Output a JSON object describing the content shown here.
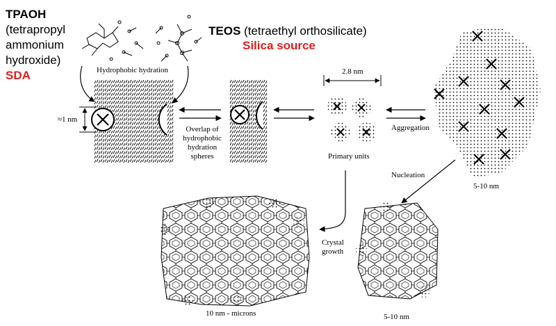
{
  "labels": {
    "tpaoh_abbr": "TPAOH",
    "tpaoh_line1": "(tetrapropyl",
    "tpaoh_line2": "ammonium",
    "tpaoh_line3": "hydroxide)",
    "sda": "SDA",
    "teos_abbr": "TEOS",
    "teos_full": "(tetraethyl orthosilicate)",
    "silica_source": "Silica source",
    "hydrophobic_hydration": "Hydrophobic hydration",
    "size_1nm": "≈1 nm",
    "overlap_line1": "Overlap of",
    "overlap_line2": "hydrophobic",
    "overlap_line3": "hydration",
    "overlap_line4": "spheres",
    "size_2_8nm": "2.8 nm",
    "primary_units": "Primary units",
    "aggregation": "Aggregation",
    "nucleation": "Nucleation",
    "aggregate_size": "5-10 nm",
    "crystal_line1": "Crystal",
    "crystal_line2": "growth",
    "nucleus_size": "5-10 nm",
    "crystal_size": "10 nm - microns"
  },
  "colors": {
    "accent_red": "#e0201b",
    "ink": "#000000"
  }
}
